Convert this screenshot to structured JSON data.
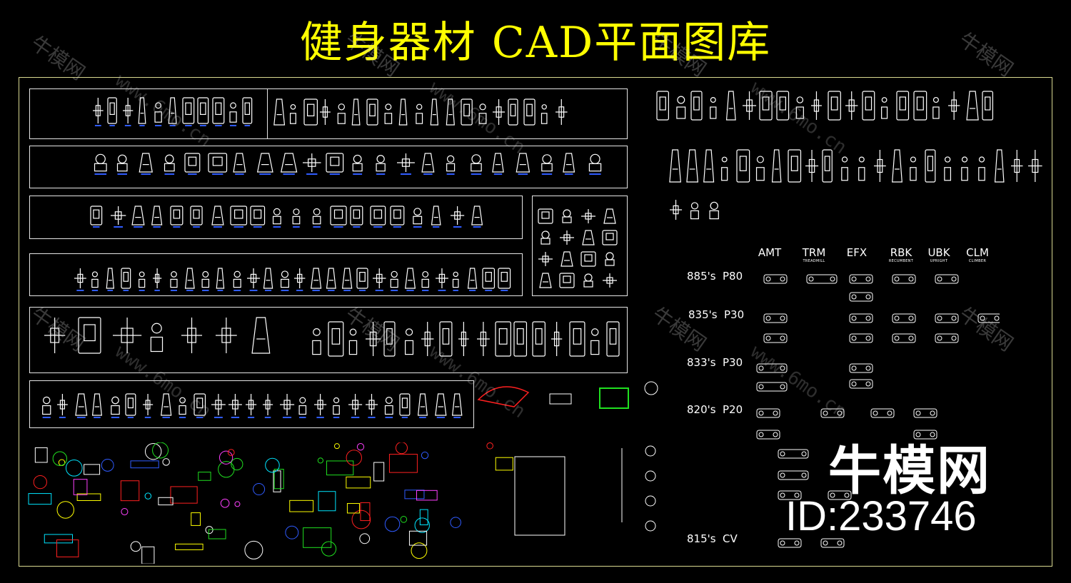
{
  "title": "健身器材 CAD平面图库",
  "colors": {
    "title": "#ffff00",
    "frame": "#d8d890",
    "symbol": "#ffffff",
    "accent_blue": "#2f5bff",
    "accent_red": "#ff2020",
    "accent_green": "#20e020",
    "accent_cyan": "#00e5ff",
    "accent_magenta": "#ff40ff"
  },
  "catalog": {
    "headers": [
      {
        "code": "AMT",
        "sub": ""
      },
      {
        "code": "TRM",
        "sub": "TREADMILL"
      },
      {
        "code": "EFX",
        "sub": ""
      },
      {
        "code": "RBK",
        "sub": "RECUMBENT"
      },
      {
        "code": "UBK",
        "sub": "UPRIGHT"
      },
      {
        "code": "CLM",
        "sub": "CLIMBER"
      }
    ],
    "rows": [
      {
        "series": "885's",
        "model": "P80"
      },
      {
        "series": "835's",
        "model": "P30"
      },
      {
        "series": "833's",
        "model": "P30"
      },
      {
        "series": "820's",
        "model": "P20"
      },
      {
        "series": "815's",
        "model": "CV"
      }
    ]
  },
  "watermarks": {
    "brand": "牛模网",
    "url": "www.6mo.cn"
  },
  "brand_logo": "牛模网",
  "brand_id": "ID:233746",
  "icons": [
    "treadmill-icon",
    "bike-icon",
    "weight-machine-icon",
    "bench-icon",
    "dumbbell-rack-icon",
    "table-icon",
    "chair-icon"
  ]
}
